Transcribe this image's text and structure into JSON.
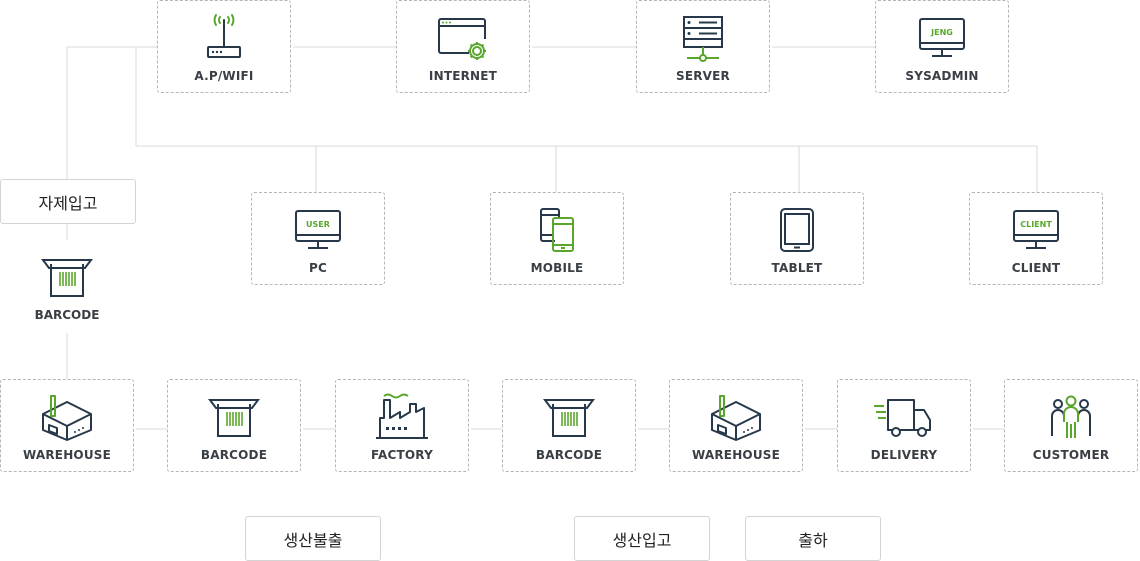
{
  "nodes": {
    "ap_wifi": "A.P/WIFI",
    "internet": "INTERNET",
    "server": "SERVER",
    "sysadmin": "SYSADMIN",
    "pc": "PC",
    "mobile": "MOBILE",
    "tablet": "TABLET",
    "client": "CLIENT",
    "barcode_top": "BARCODE",
    "warehouse_1": "WAREHOUSE",
    "barcode_1": "BARCODE",
    "factory": "FACTORY",
    "barcode_2": "BARCODE",
    "warehouse_2": "WAREHOUSE",
    "delivery": "DELIVERY",
    "customer": "CUSTOMER"
  },
  "screen_labels": {
    "sysadmin": "JENG",
    "pc": "USER",
    "client": "CLIENT"
  },
  "tags": {
    "material_in": "자제입고",
    "production_out": "생산불출",
    "production_in": "생산입고",
    "shipping": "출하"
  },
  "colors": {
    "ink": "#26384a",
    "accent": "#5aa62c",
    "connector": "#d9d9d9",
    "border": "#b5b5b5"
  }
}
